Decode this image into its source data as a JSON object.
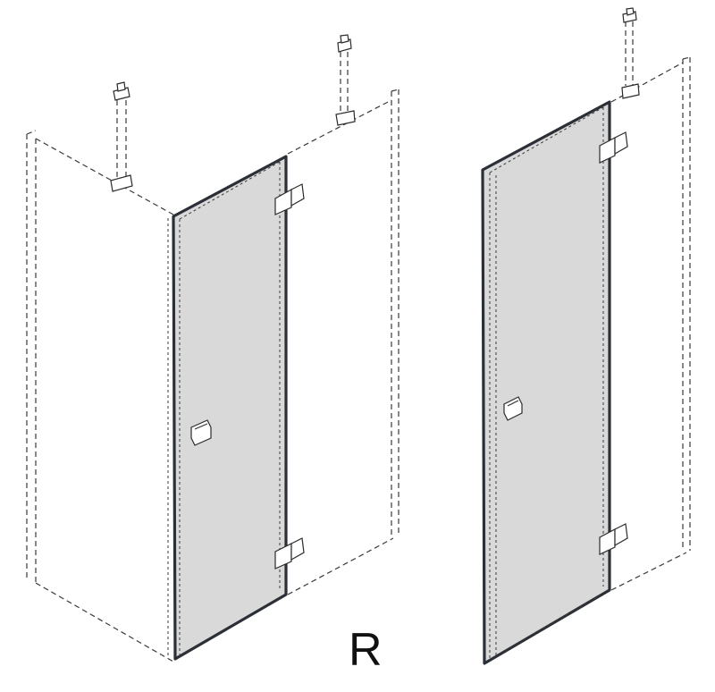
{
  "label": "R",
  "colors": {
    "glass": "#d9d9d9",
    "frame": "#2b2f36",
    "line": "#3a3a3a"
  },
  "assemblies": [
    {
      "name": "corner-enclosure",
      "parts": [
        "side-panel",
        "hinged-door",
        "fixed-panel",
        "hinge-top",
        "hinge-bottom",
        "door-knob",
        "ceiling-rod-left",
        "ceiling-rod-right"
      ]
    },
    {
      "name": "single-door-enclosure",
      "parts": [
        "hinged-door",
        "fixed-panel",
        "hinge-top",
        "hinge-bottom",
        "door-knob",
        "ceiling-rod"
      ]
    }
  ]
}
